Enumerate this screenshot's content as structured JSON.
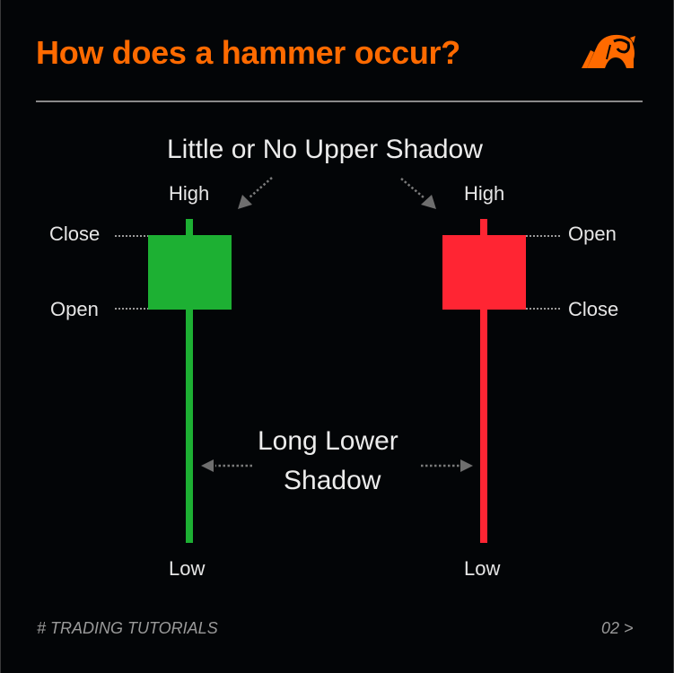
{
  "header": {
    "title": "How does a hammer occur?",
    "logo_icon": "bull-head-logo-icon"
  },
  "colors": {
    "background": "#030507",
    "accent": "#ff6a00",
    "bullish": "#1db033",
    "bearish": "#ff2533",
    "text": "#e6e6e6",
    "muted": "#9a9a9a",
    "divider": "#8a8a8a",
    "dotted_line": "#9a9a9a",
    "arrow": "#6e6e6e"
  },
  "diagram": {
    "upper_caption": "Little or No Upper Shadow",
    "lower_caption_line1": "Long Lower",
    "lower_caption_line2": "Shadow",
    "bullish_candle": {
      "high_label": "High",
      "low_label": "Low",
      "top_body_label": "Close",
      "bottom_body_label": "Open"
    },
    "bearish_candle": {
      "high_label": "High",
      "low_label": "Low",
      "top_body_label": "Open",
      "bottom_body_label": "Close"
    }
  },
  "footer": {
    "series_label": "# TRADING TUTORIALS",
    "page_indicator": "02 >"
  }
}
